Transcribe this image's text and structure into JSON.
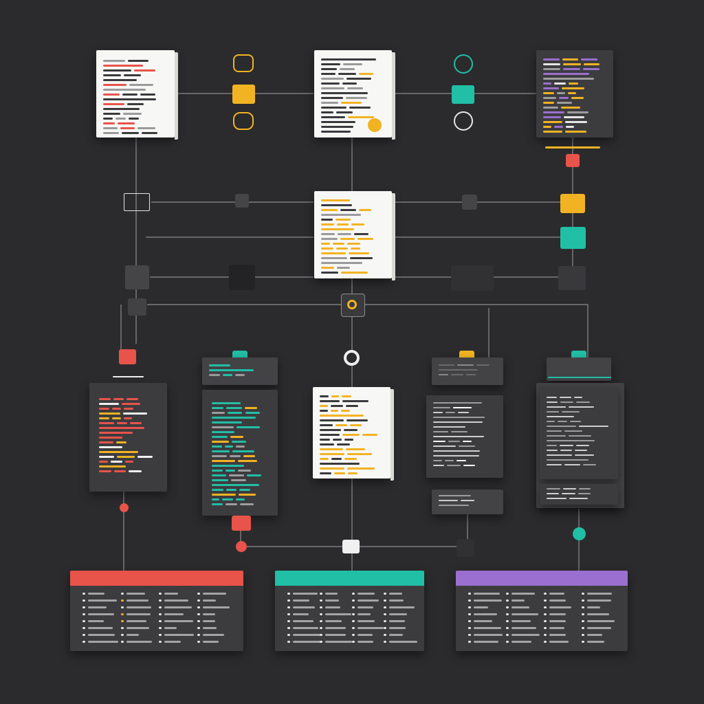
{
  "colors": {
    "background": "#2b2b2d",
    "connector": "#8d8d90",
    "paper": "#f7f7f5",
    "panel": "#3c3c3f",
    "text_dark": "#3a3a3d",
    "text_gray": "#9a9a9d",
    "red": "#e8534a",
    "yellow": "#f2b322",
    "teal": "#21bfa6",
    "purple": "#9a6fcf",
    "white_line": "#eeeeee"
  },
  "icons": {
    "top_node_upper": "chat-bubble-icon",
    "top_node_middle": "list-icon",
    "top_node_lower": "arrow-icon",
    "teal_node_upper": "gear-icon",
    "teal_node_middle": "list-icon",
    "teal_node_lower": "sparkle-icon",
    "hub_node": "target-icon",
    "right_red_node": "refresh-icon",
    "right_yellow_node": "document-icon",
    "right_teal_node": "bar-chart-icon",
    "left_terminal": "monitor-icon"
  },
  "legend_groups": [
    "red",
    "teal",
    "purple"
  ]
}
